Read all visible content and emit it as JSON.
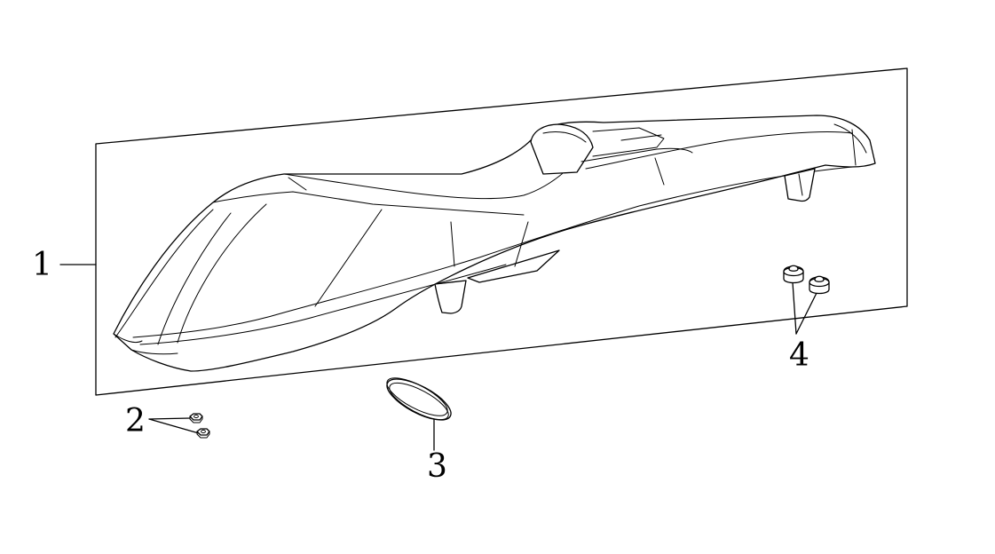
{
  "callouts": [
    {
      "id": "1",
      "label": "1"
    },
    {
      "id": "2",
      "label": "2"
    },
    {
      "id": "3",
      "label": "3"
    },
    {
      "id": "4",
      "label": "4"
    }
  ],
  "parts": [
    {
      "callout": "1",
      "name": "seat-assembly"
    },
    {
      "callout": "2",
      "name": "nut-pair"
    },
    {
      "callout": "3",
      "name": "ring"
    },
    {
      "callout": "4",
      "name": "rubber-bushing-pair"
    }
  ]
}
